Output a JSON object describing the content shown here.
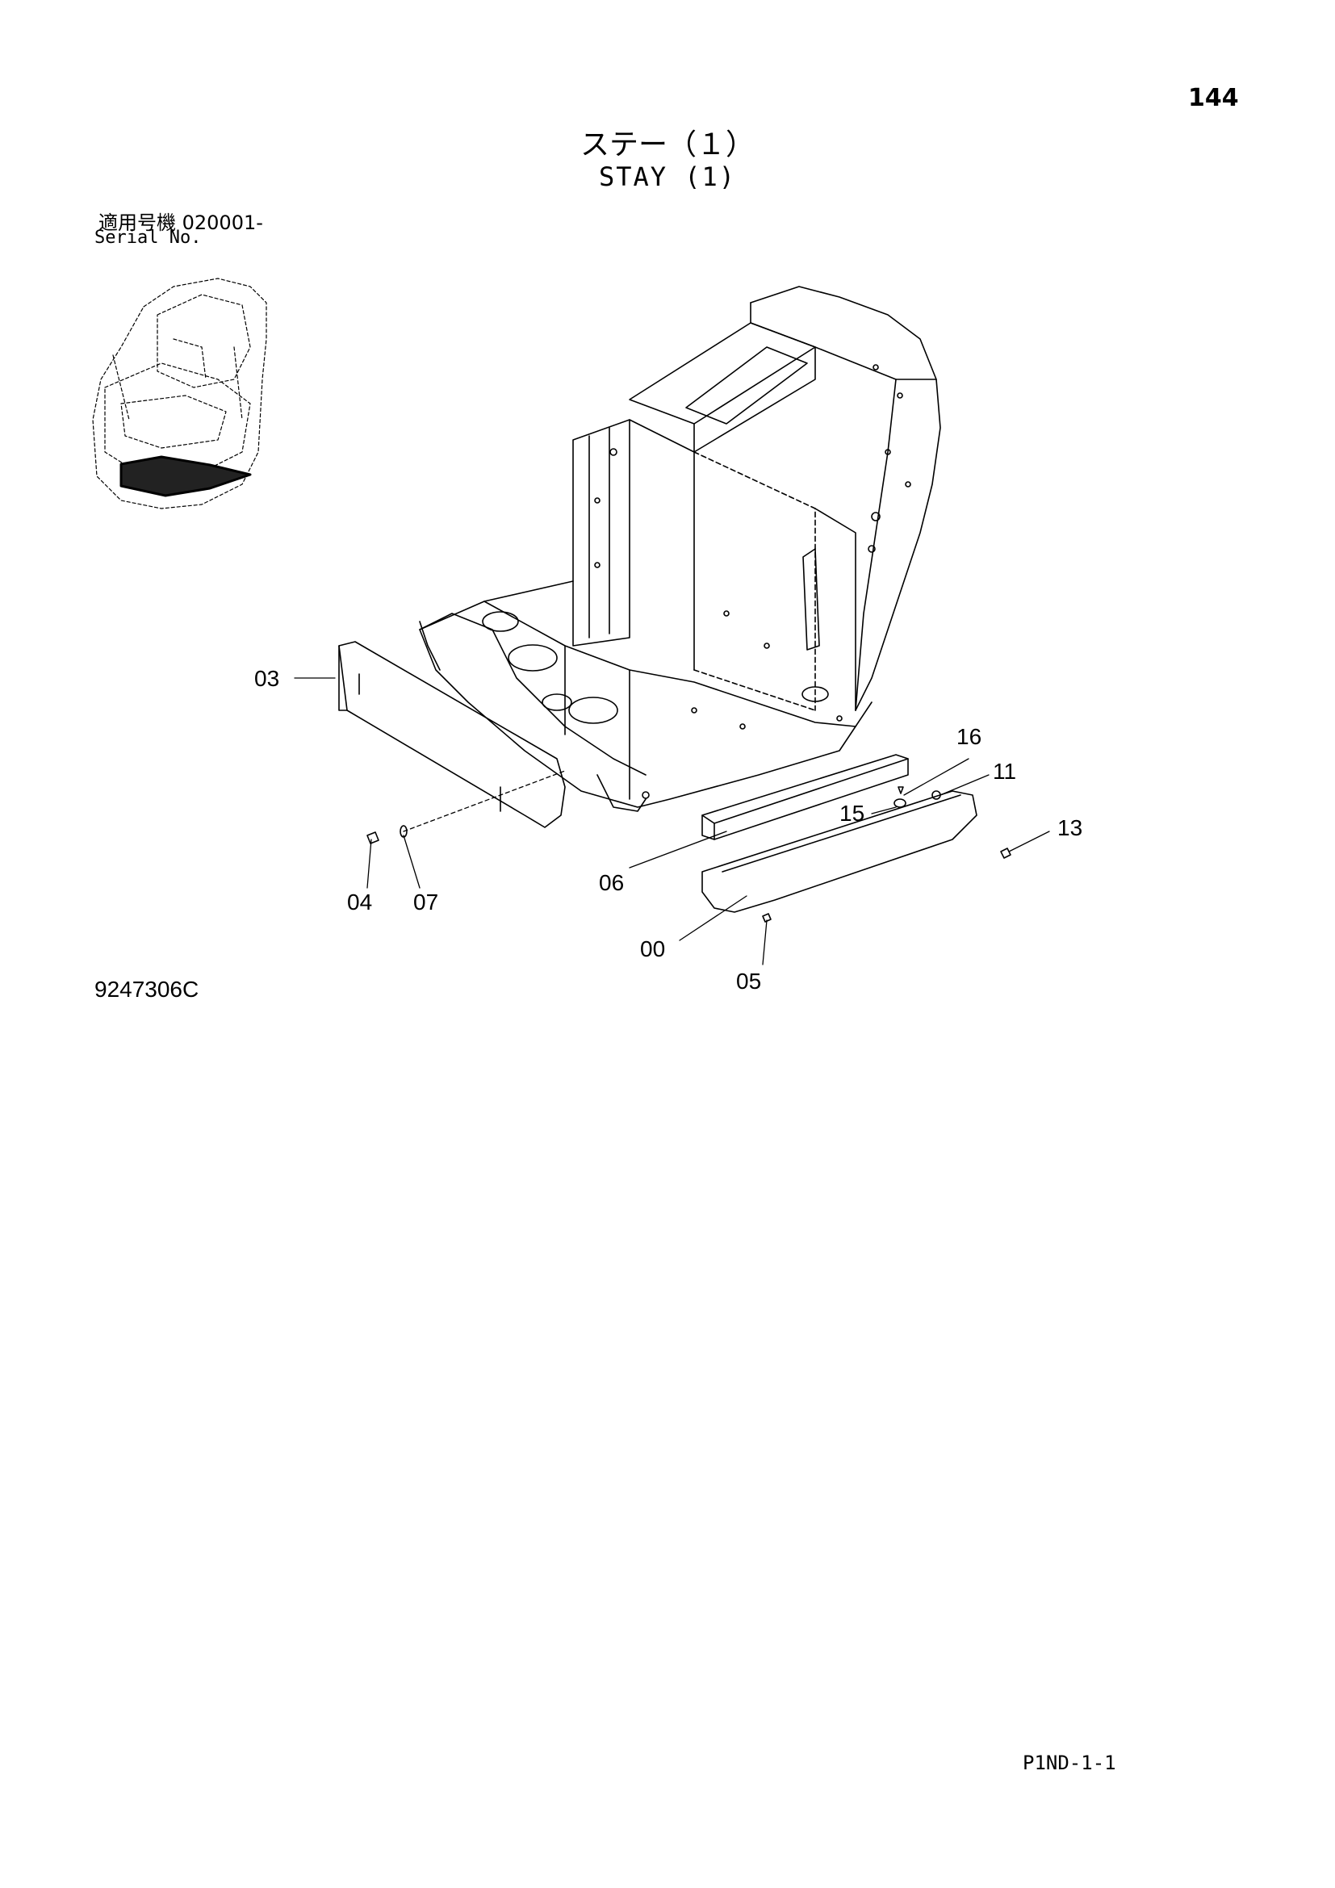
{
  "header": {
    "page_number": "144",
    "title_jp": "ステー（１）",
    "title_en": "STAY (1)",
    "serial_jp": "適用号機  020001-",
    "serial_en": "Serial No."
  },
  "drawing_number": "9247306C",
  "footer_code": "P1ND-1-1",
  "callouts": [
    "03",
    "04",
    "07",
    "06",
    "00",
    "05",
    "16",
    "11",
    "15",
    "13"
  ]
}
